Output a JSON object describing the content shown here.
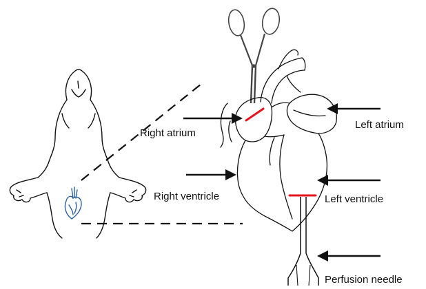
{
  "labels": {
    "right_atrium": "Right atrium",
    "left_atrium": "Left atrium",
    "right_ventricle": "Right ventricle",
    "left_ventricle": "Left ventricle",
    "perfusion_needle": "Perfusion needle"
  },
  "colors": {
    "line": "#111111",
    "incision": "#e3141b",
    "small_heart": "#2b5f9e",
    "background": "#ffffff"
  },
  "icons": [
    "scissors-icon",
    "mouse-outline",
    "heart-drawing",
    "perfusion-needle-icon"
  ]
}
